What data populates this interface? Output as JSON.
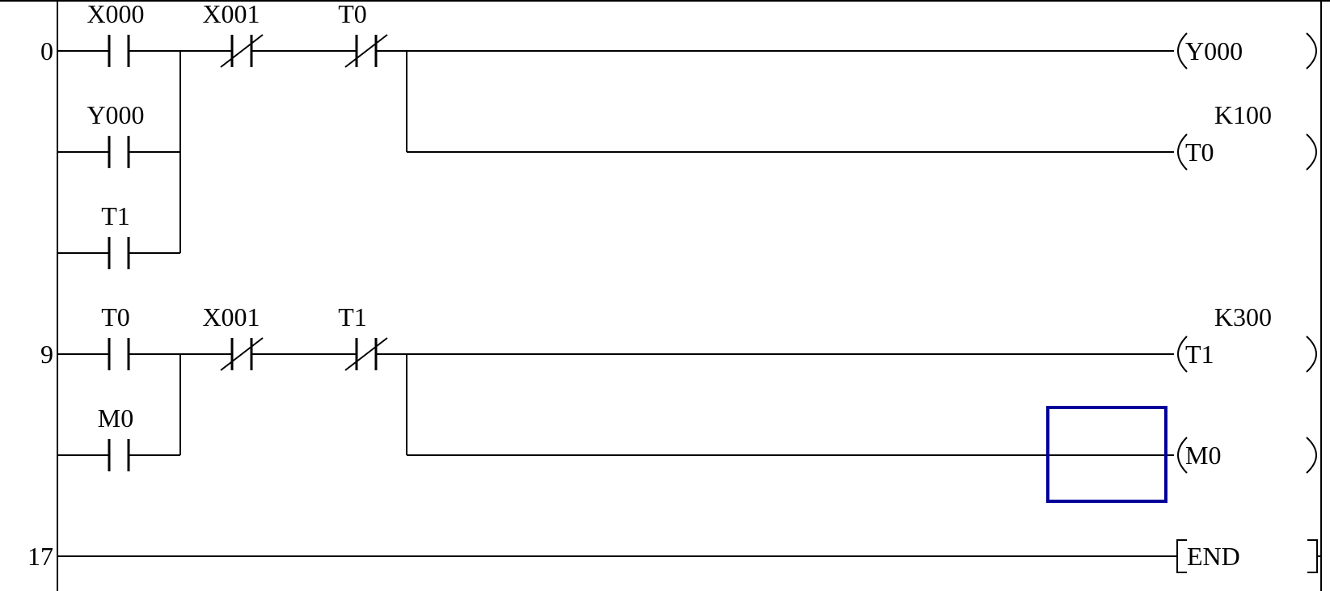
{
  "ladder": {
    "colors": {
      "wire": "#000000",
      "cursor": "#000099"
    },
    "rungs": [
      {
        "number": "0",
        "contacts": [
          {
            "device": "X000",
            "type": "NO"
          },
          {
            "device": "X001",
            "type": "NC"
          },
          {
            "device": "T0",
            "type": "NC"
          }
        ],
        "branches": [
          {
            "device": "Y000",
            "type": "NO"
          },
          {
            "device": "T1",
            "type": "NO"
          }
        ],
        "outputs": [
          {
            "device": "Y000"
          },
          {
            "device": "T0",
            "operand": "K100"
          }
        ]
      },
      {
        "number": "9",
        "contacts": [
          {
            "device": "T0",
            "type": "NO"
          },
          {
            "device": "X001",
            "type": "NC"
          },
          {
            "device": "T1",
            "type": "NC"
          }
        ],
        "branches": [
          {
            "device": "M0",
            "type": "NO"
          }
        ],
        "outputs": [
          {
            "device": "T1",
            "operand": "K300"
          },
          {
            "device": "M0"
          }
        ]
      },
      {
        "number": "17",
        "instruction": "END"
      }
    ]
  }
}
